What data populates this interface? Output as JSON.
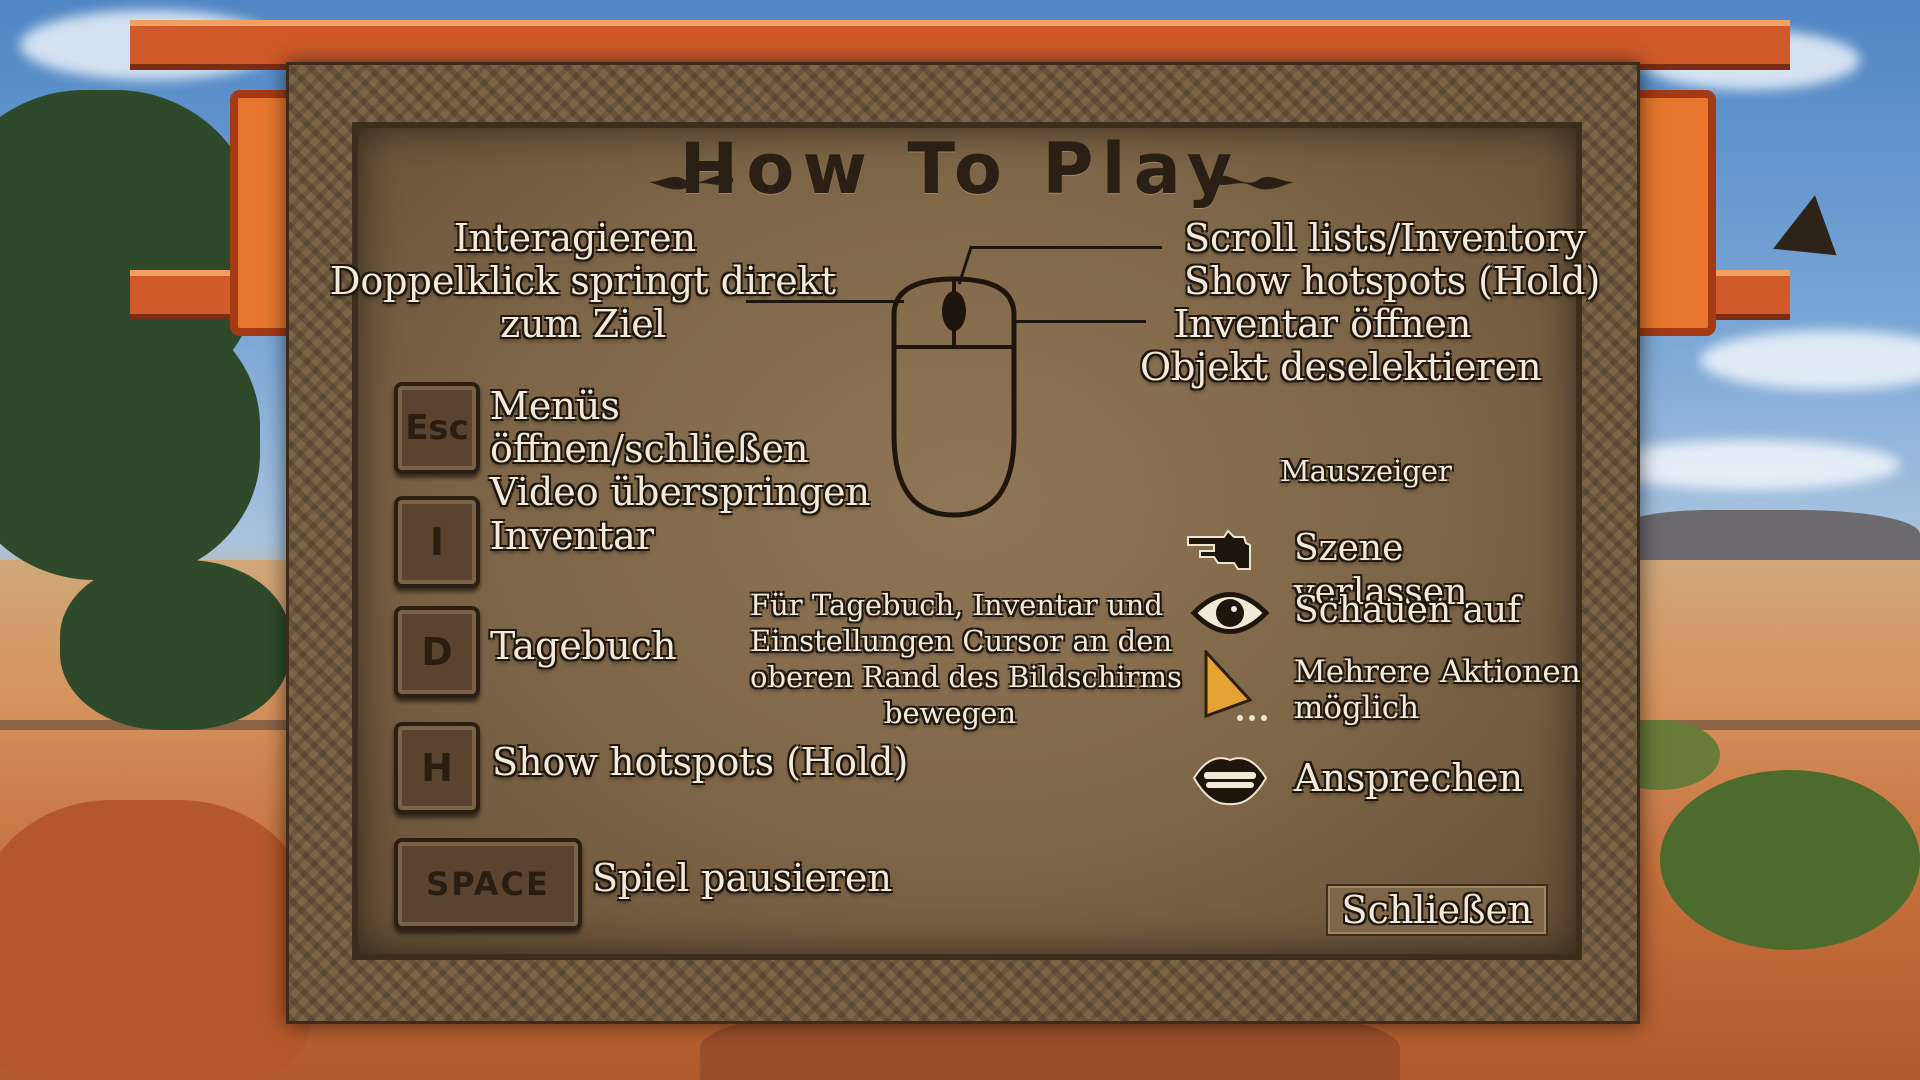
{
  "screen_title": "How To Play",
  "mouse": {
    "left_lines": [
      "Interagieren",
      "Doppelklick springt direkt",
      "zum Ziel"
    ],
    "right_top_lines": [
      "Scroll lists/Inventory",
      "Show hotspots (Hold)"
    ],
    "right_bottom_lines": [
      "Inventar öffnen",
      "Objekt deselektieren"
    ]
  },
  "keys": [
    {
      "key": "Esc",
      "lines": [
        "Menüs",
        "öffnen/schließen",
        "Video überspringen"
      ]
    },
    {
      "key": "I",
      "lines": [
        "Inventar"
      ]
    },
    {
      "key": "D",
      "lines": [
        "Tagebuch"
      ]
    },
    {
      "key": "H",
      "lines": [
        "Show hotspots (Hold)"
      ]
    },
    {
      "key": "SPACE",
      "lines": [
        "Spiel pausieren"
      ]
    }
  ],
  "hint_lines": [
    "Für Tagebuch, Inventar und",
    "Einstellungen Cursor an den",
    "oberen Rand des Bildschirms",
    "bewegen"
  ],
  "cursors": {
    "heading": "Mauszeiger",
    "items": [
      {
        "icon": "pointing-hand-icon",
        "lines": [
          "Szene",
          "verlassen"
        ]
      },
      {
        "icon": "eye-icon",
        "lines": [
          "Schauen auf"
        ]
      },
      {
        "icon": "cursor-dots-icon",
        "lines": [
          "Mehrere Aktionen",
          "möglich"
        ]
      },
      {
        "icon": "mouth-icon",
        "lines": [
          "Ansprechen"
        ]
      }
    ]
  },
  "close_button": "Schließen"
}
